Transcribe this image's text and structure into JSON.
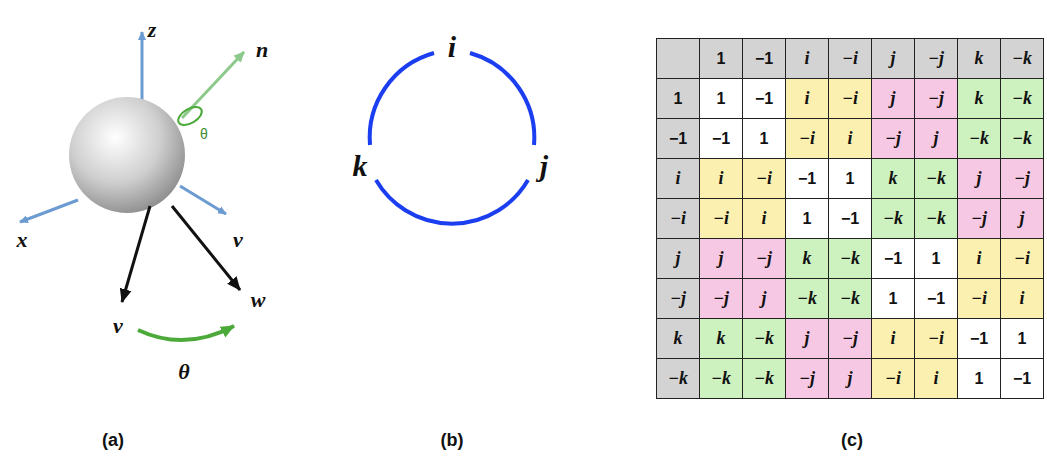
{
  "diagram": {
    "labels": [
      "z",
      "n",
      "θ",
      "x",
      "v",
      "v",
      "w",
      "θ",
      "i",
      "k",
      "j",
      "(a)",
      "(b)",
      "(c)",
      "1",
      "−1",
      "i",
      "−i",
      "j",
      "−j",
      "k",
      "−k",
      "1",
      "1",
      "−1",
      "i",
      "−i",
      "j",
      "−j",
      "k",
      "−k",
      "−1",
      "−1",
      "1",
      "−i",
      "i",
      "−j",
      "j",
      "−k",
      "−k",
      "i",
      "i",
      "−i",
      "−1",
      "1",
      "k",
      "−k",
      "j",
      "−j",
      "−i",
      "−i",
      "i",
      "1",
      "−1",
      "−k",
      "−k",
      "−j",
      "j",
      "j",
      "j",
      "−j",
      "k",
      "−k",
      "−1",
      "1",
      "i",
      "−i",
      "−j",
      "−j",
      "j",
      "−k",
      "−k",
      "1",
      "−1",
      "−i",
      "i",
      "k",
      "k",
      "−k",
      "j",
      "−j",
      "i",
      "−i",
      "−1",
      "1",
      "−k",
      "−k",
      "−k",
      "−j",
      "j",
      "−i",
      "i",
      "1",
      "−1"
    ]
  }
}
